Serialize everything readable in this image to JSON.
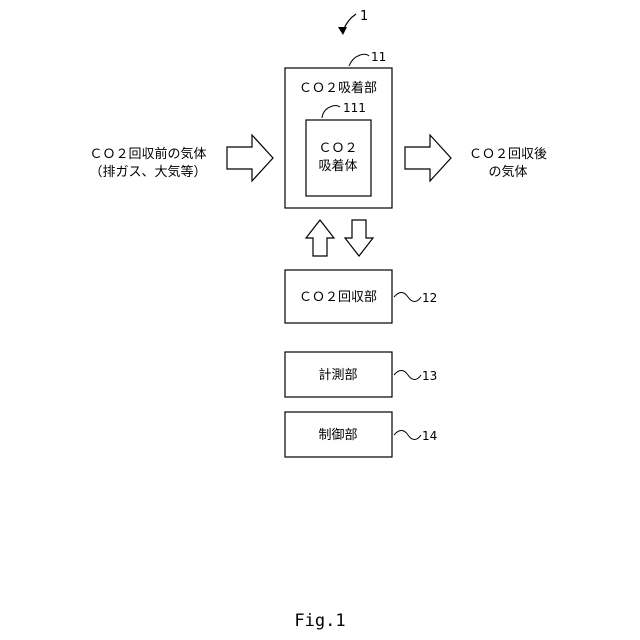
{
  "system": {
    "ref": "1"
  },
  "absorption_unit": {
    "title": "ＣＯ２吸着部",
    "ref": "11"
  },
  "absorbent": {
    "line1": "ＣＯ２",
    "line2": "吸着体",
    "ref": "111"
  },
  "recovery_unit": {
    "title": "ＣＯ２回収部",
    "ref": "12"
  },
  "measurement_unit": {
    "title": "計測部",
    "ref": "13"
  },
  "control_unit": {
    "title": "制御部",
    "ref": "14"
  },
  "input_gas": {
    "line1": "ＣＯ２回収前の気体",
    "line2": "（排ガス、大気等）"
  },
  "output_gas": {
    "line1": "ＣＯ２回収後",
    "line2": "の気体"
  },
  "figure_label": "Fig.1"
}
